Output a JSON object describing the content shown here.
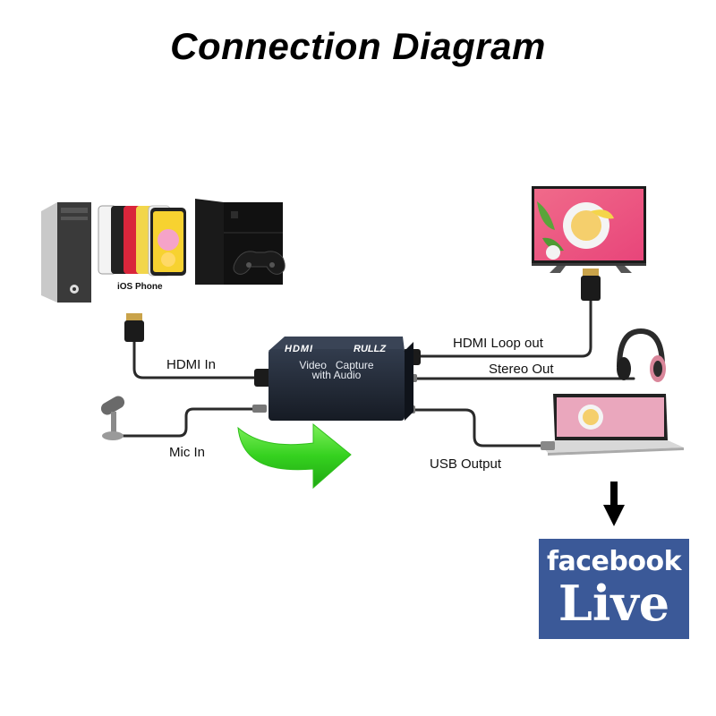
{
  "title": "Connection Diagram",
  "source_labels": {
    "ios_phone": "iOS Phone"
  },
  "connections": {
    "hdmi_in": "HDMI In",
    "mic_in": "Mic In",
    "hdmi_loop_out": "HDMI Loop out",
    "stereo_out": "Stereo Out",
    "usb_output": "USB Output"
  },
  "device": {
    "logo": "HDMI",
    "brand": "RULLZ",
    "line1": "Video   Capture",
    "line2": "with Audio"
  },
  "stream_target": {
    "name": "facebook",
    "suffix": "Live",
    "color": "#3b5998"
  },
  "colors": {
    "arrow_green": "#3ddc2a",
    "device_body": "#1f2633",
    "cable": "#2a2a2a"
  },
  "icons": [
    "pc-tower-icon",
    "phones-icon",
    "game-console-icon",
    "tv-icon",
    "headphones-icon",
    "microphone-icon",
    "laptop-icon",
    "down-arrow-icon",
    "hdmi-plug-icon"
  ]
}
